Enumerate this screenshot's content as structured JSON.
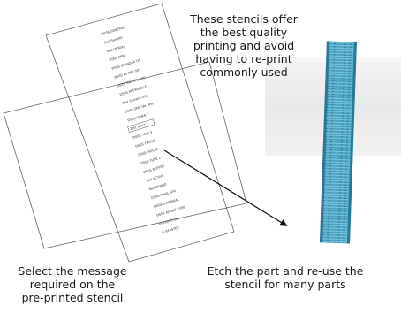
{
  "captions": {
    "top": [
      "These stencils offer",
      "the best quality",
      "printing and avoid",
      "having to re-print",
      "commonly used"
    ],
    "bottom_left": [
      "Select the message",
      "required on the",
      "pre-printed stencil"
    ],
    "bottom_right": [
      "Etch the part and re-use the",
      "stencil for many parts"
    ]
  },
  "stencil_list": {
    "items": [
      "DSSS GENERAL",
      "Test Sample",
      "Test Of Rozy",
      "DSSS ERN",
      "DSSS STANDAR DT",
      "DSSS 60 PRY 003",
      "DSSS MILLION 000",
      "DSSS REFERENCE",
      "Test Sample 001",
      "DSSS SPECIAL Test",
      "DSSS VINKA T",
      "Test Text1",
      "DSSS TRIO 3",
      "DSSS TRIPLE",
      "DSSS MOLAR",
      "DSSS FUSE 2",
      "DSSS BUFFER",
      "Test ACTIVE",
      "Test BRAND",
      "DSSS TRIAL SFR",
      "DSSS S-MANUAL",
      "DSSS AU BLT 2000",
      "In 20005 001",
      "In RFASTER"
    ],
    "selected_index": 11
  },
  "colors": {
    "stencil_strip": "#3d9ab8",
    "stencil_strip_dark": "#27708a",
    "part_background": "#ececec",
    "arrow": "#111111"
  }
}
